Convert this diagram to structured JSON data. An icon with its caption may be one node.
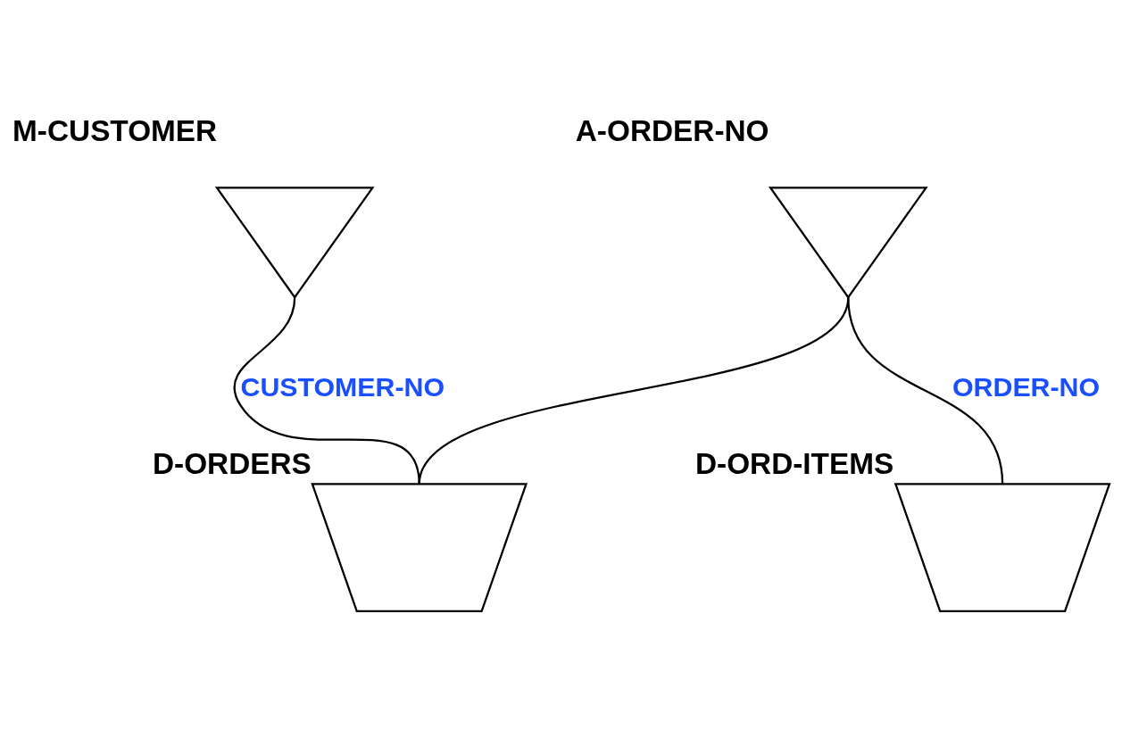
{
  "diagram": {
    "nodes": [
      {
        "text": [
          "M-CUSTOMER"
        ]
      },
      {
        "text": [
          "A-ORDER-NO"
        ]
      },
      {
        "text": [
          "D-ORDERS"
        ]
      },
      {
        "text": [
          "D-ORD-ITEMS"
        ]
      }
    ],
    "edges": [
      {
        "from": 0,
        "to": 2,
        "arrow": "none",
        "label": "CUSTOMER-NO"
      },
      {
        "from": 1,
        "to": 2,
        "arrow": "none"
      },
      {
        "from": 1,
        "to": 3,
        "arrow": "none",
        "label": "ORDER-NO"
      }
    ]
  }
}
